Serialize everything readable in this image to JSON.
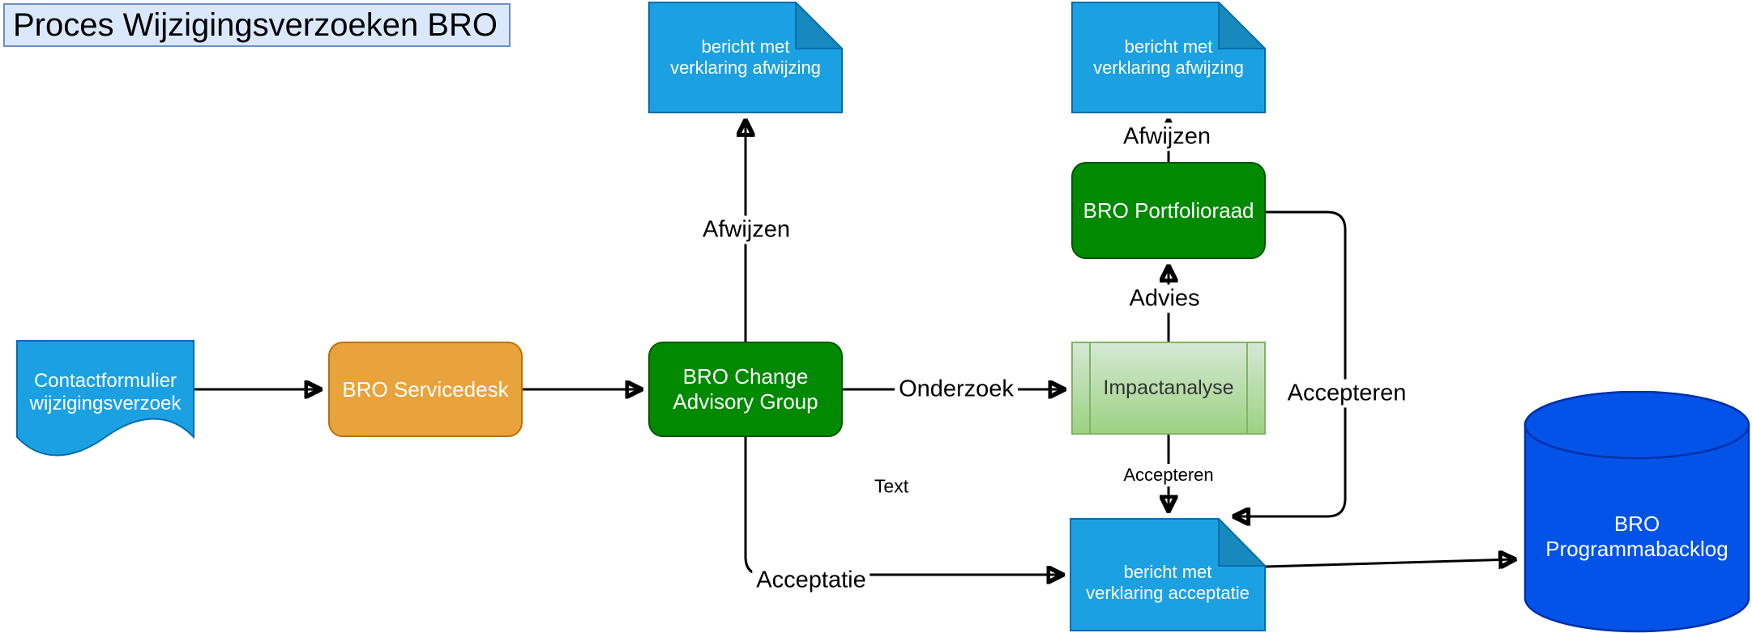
{
  "title": "Proces Wijzigingsverzoeken BRO",
  "nodes": {
    "contactformulier": "Contactformulier\nwijzigingsverzoek",
    "servicedesk": "BRO Servicedesk",
    "change_advisory_group": "BRO Change\nAdvisory Group",
    "bericht_afwijzing_links": "bericht met\nverklaring afwijzing",
    "bericht_afwijzing_rechts": "bericht met\nverklaring afwijzing",
    "portfolioraad": "BRO Portfolioraad",
    "impactanalyse": "Impactanalyse",
    "bericht_acceptatie": "bericht met\nverklaring acceptatie",
    "programmabacklog": "BRO\nProgrammabacklog"
  },
  "edge_labels": {
    "afwijzen_cag": "Afwijzen",
    "afwijzen_portfolioraad": "Afwijzen",
    "onderzoek": "Onderzoek",
    "advies": "Advies",
    "accepteren_portfolioraad": "Accepteren",
    "accepteren_impactanalyse": "Accepteren",
    "acceptatie": "Acceptatie",
    "text_placeholder": "Text"
  },
  "colors": {
    "document_fill": "#1BA1E2",
    "document_stroke": "#006EAF",
    "document_fold": "#1789BF",
    "process_orange_fill": "#E8A33C",
    "process_orange_stroke": "#BD7000",
    "process_green_fill": "#018A01",
    "process_green_stroke": "#005700",
    "impact_fill_top": "#D5E8D4",
    "impact_fill_bottom": "#9CD282",
    "impact_stroke": "#82B366",
    "database_fill": "#0353E9",
    "database_stroke": "#0030A8",
    "title_fill": "#DAE8FC",
    "title_stroke": "#6C8EBF",
    "connector": "#000000"
  }
}
